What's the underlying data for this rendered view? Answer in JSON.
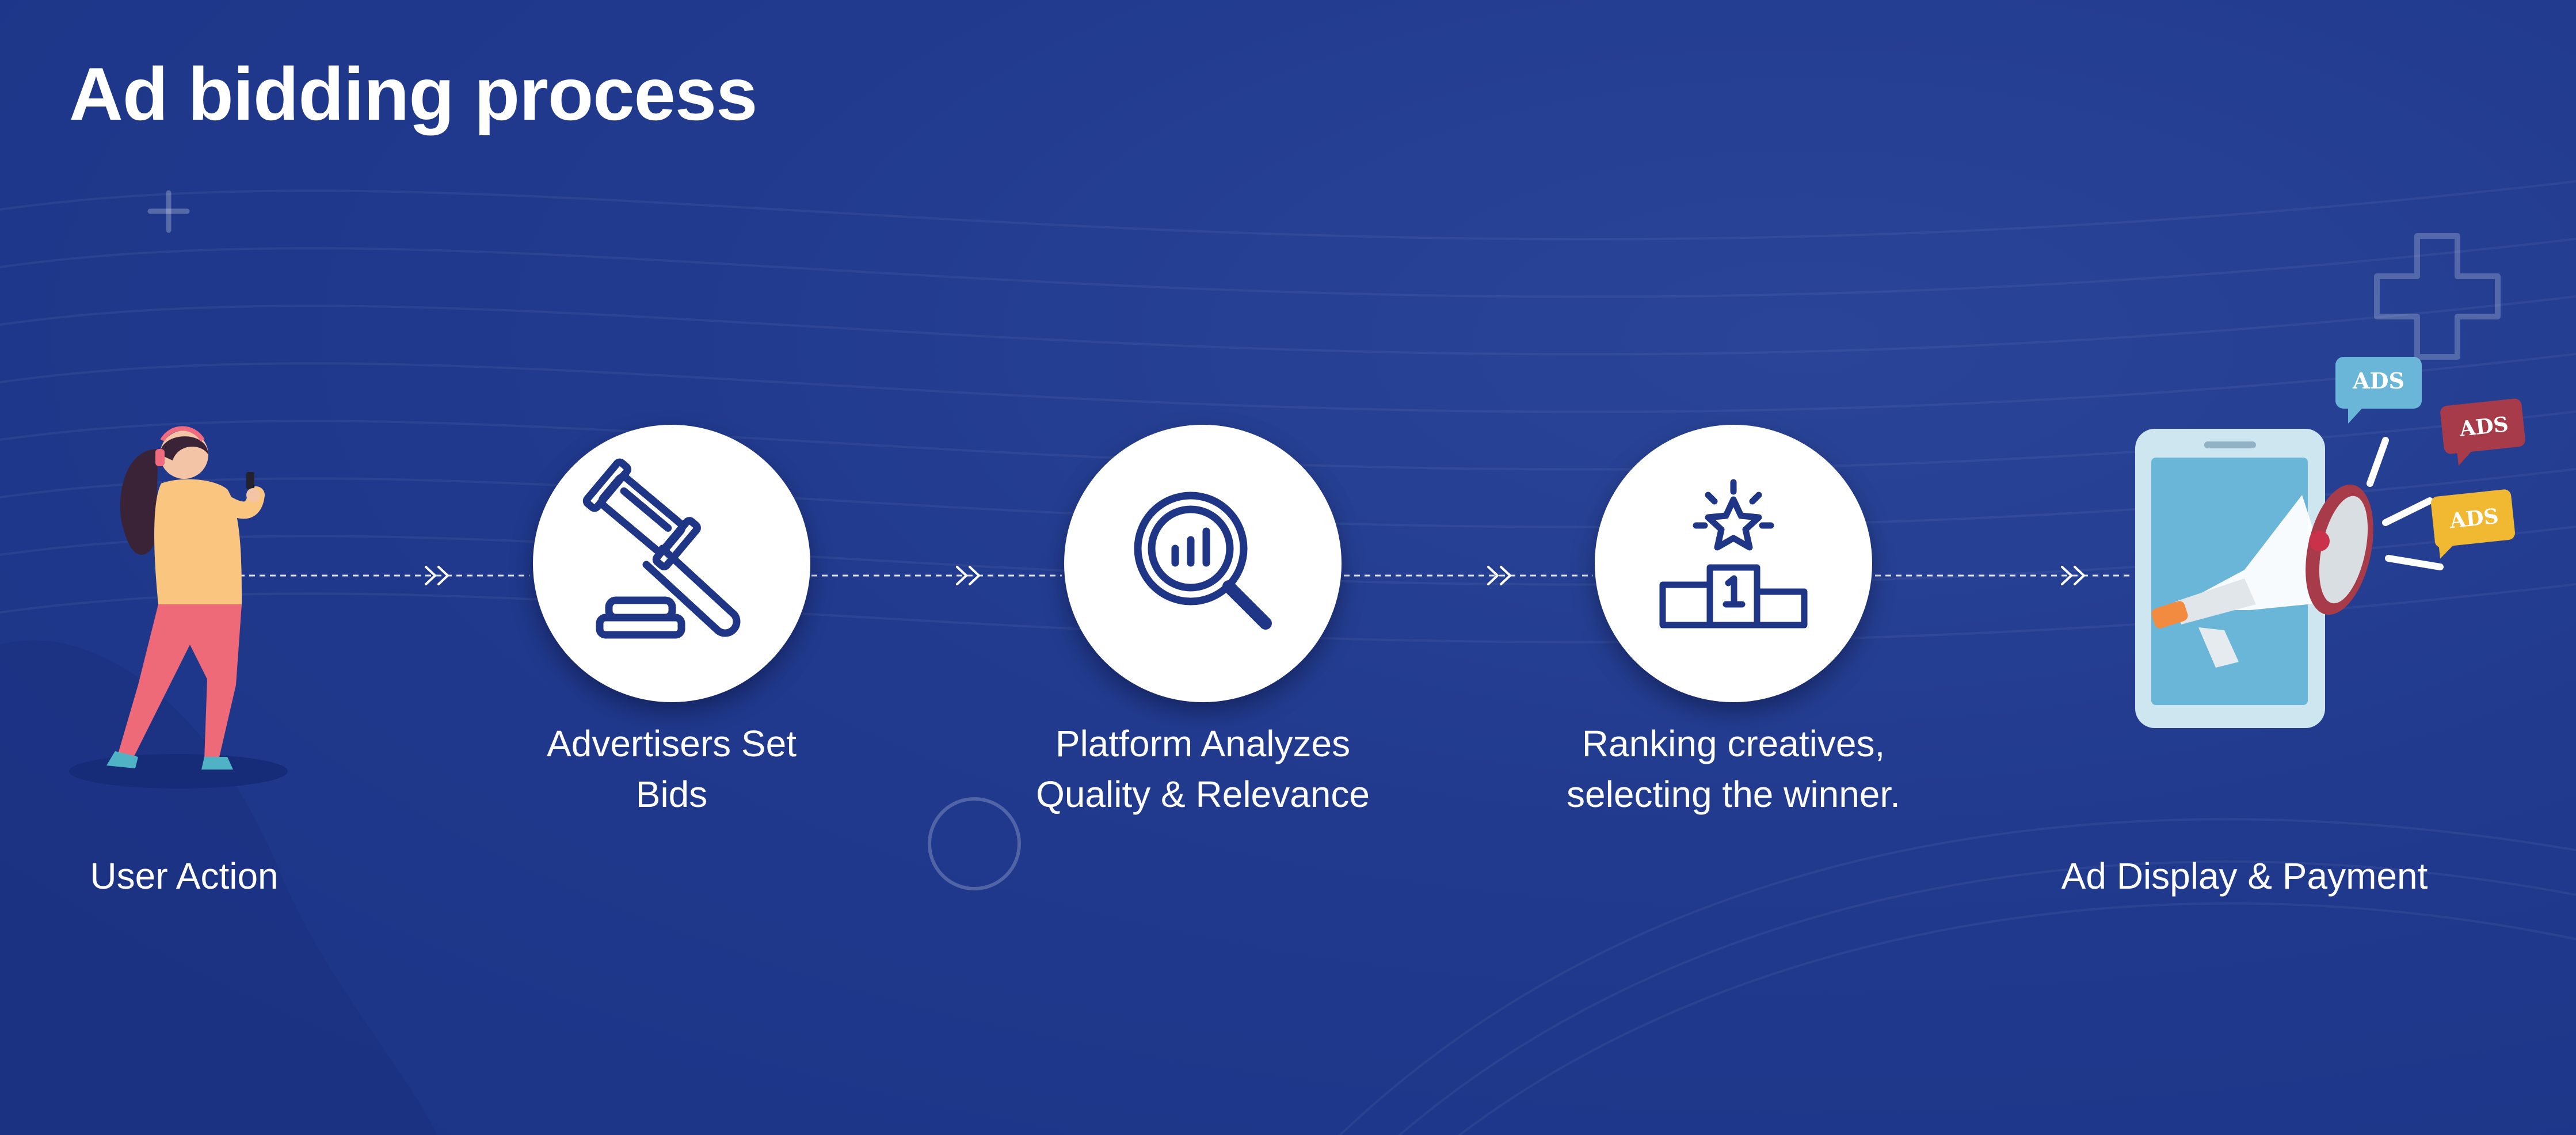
{
  "title": "Ad bidding process",
  "steps": [
    {
      "label_lines": [
        "User Action"
      ],
      "icon": "woman-with-phone-icon"
    },
    {
      "label_lines": [
        "Advertisers Set",
        "Bids"
      ],
      "icon": "gavel-icon"
    },
    {
      "label_lines": [
        "Platform Analyzes",
        "Quality & Relevance"
      ],
      "icon": "magnifier-chart-icon"
    },
    {
      "label_lines": [
        "Ranking creatives,",
        "selecting the winner."
      ],
      "icon": "podium-star-icon"
    },
    {
      "label_lines": [
        "Ad Display & Payment"
      ],
      "icon": "phone-megaphone-ads-icon"
    }
  ],
  "ad_bubbles": [
    "ADS",
    "ADS",
    "ADS"
  ],
  "colors": {
    "background": "#213a8e",
    "icon_stroke": "#1f3585",
    "circle_fill": "#ffffff",
    "bubble_blue": "#6ab6d8",
    "bubble_red": "#a83b4a",
    "bubble_yellow": "#f1b832"
  }
}
